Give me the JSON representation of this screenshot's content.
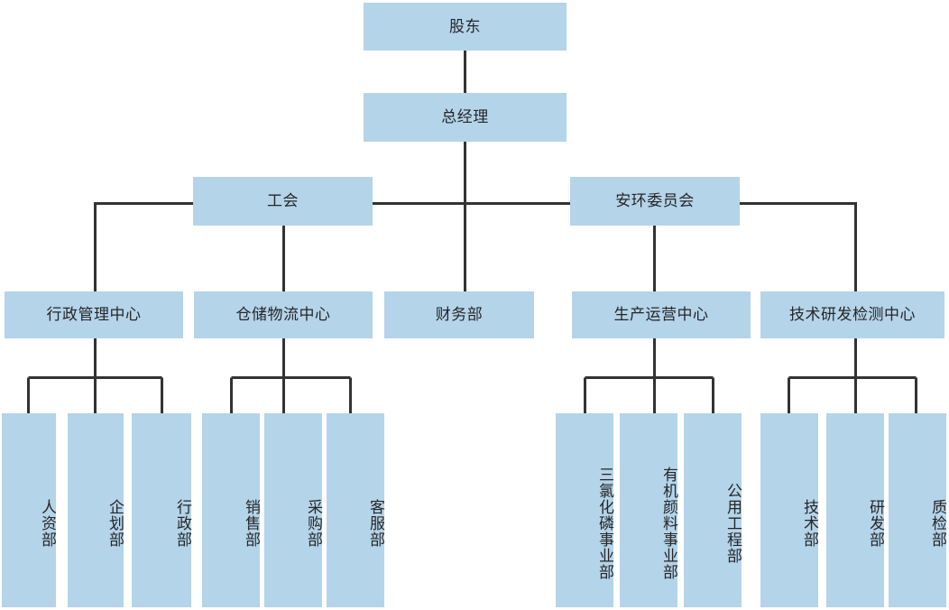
{
  "chart_title": "",
  "theme": {
    "node_fill": "#b4d4ea",
    "connector_color": "#333333",
    "text_color": "#262626",
    "background": "#ffffff"
  },
  "nodes": {
    "shareholders": {
      "label": "股东",
      "level": 0,
      "orientation": "horizontal"
    },
    "general_manager": {
      "label": "总经理",
      "level": 1,
      "orientation": "horizontal"
    },
    "labor_union": {
      "label": "工会",
      "level": 2,
      "orientation": "horizontal"
    },
    "safety_env_committee": {
      "label": "安环委员会",
      "level": 2,
      "orientation": "horizontal"
    },
    "admin_center": {
      "label": "行政管理中心",
      "level": 3,
      "orientation": "horizontal"
    },
    "warehouse_logistics_center": {
      "label": "仓储物流中心",
      "level": 3,
      "orientation": "horizontal"
    },
    "finance_dept": {
      "label": "财务部",
      "level": 3,
      "orientation": "horizontal"
    },
    "production_operations_center": {
      "label": "生产运营中心",
      "level": 3,
      "orientation": "horizontal"
    },
    "tech_rd_testing_center": {
      "label": "技术研发检测中心",
      "level": 3,
      "orientation": "horizontal"
    },
    "hr_dept": {
      "label": "人资部",
      "level": 4,
      "orientation": "vertical"
    },
    "planning_dept": {
      "label": "企划部",
      "level": 4,
      "orientation": "vertical"
    },
    "administration_dept": {
      "label": "行政部",
      "level": 4,
      "orientation": "vertical"
    },
    "sales_dept": {
      "label": "销售部",
      "level": 4,
      "orientation": "vertical"
    },
    "procurement_dept": {
      "label": "采购部",
      "level": 4,
      "orientation": "vertical"
    },
    "customer_service_dept": {
      "label": "客服部",
      "level": 4,
      "orientation": "vertical"
    },
    "pcl3_division": {
      "label": "三氯化磷事业部",
      "level": 4,
      "orientation": "vertical"
    },
    "organic_pigment_division": {
      "label": "有机颜料事业部",
      "level": 4,
      "orientation": "vertical"
    },
    "utilities_engineering_dept": {
      "label": "公用工程部",
      "level": 4,
      "orientation": "vertical"
    },
    "technology_dept": {
      "label": "技术部",
      "level": 4,
      "orientation": "vertical"
    },
    "rd_dept": {
      "label": "研发部",
      "level": 4,
      "orientation": "vertical"
    },
    "quality_inspection_dept": {
      "label": "质检部",
      "level": 4,
      "orientation": "vertical"
    }
  }
}
